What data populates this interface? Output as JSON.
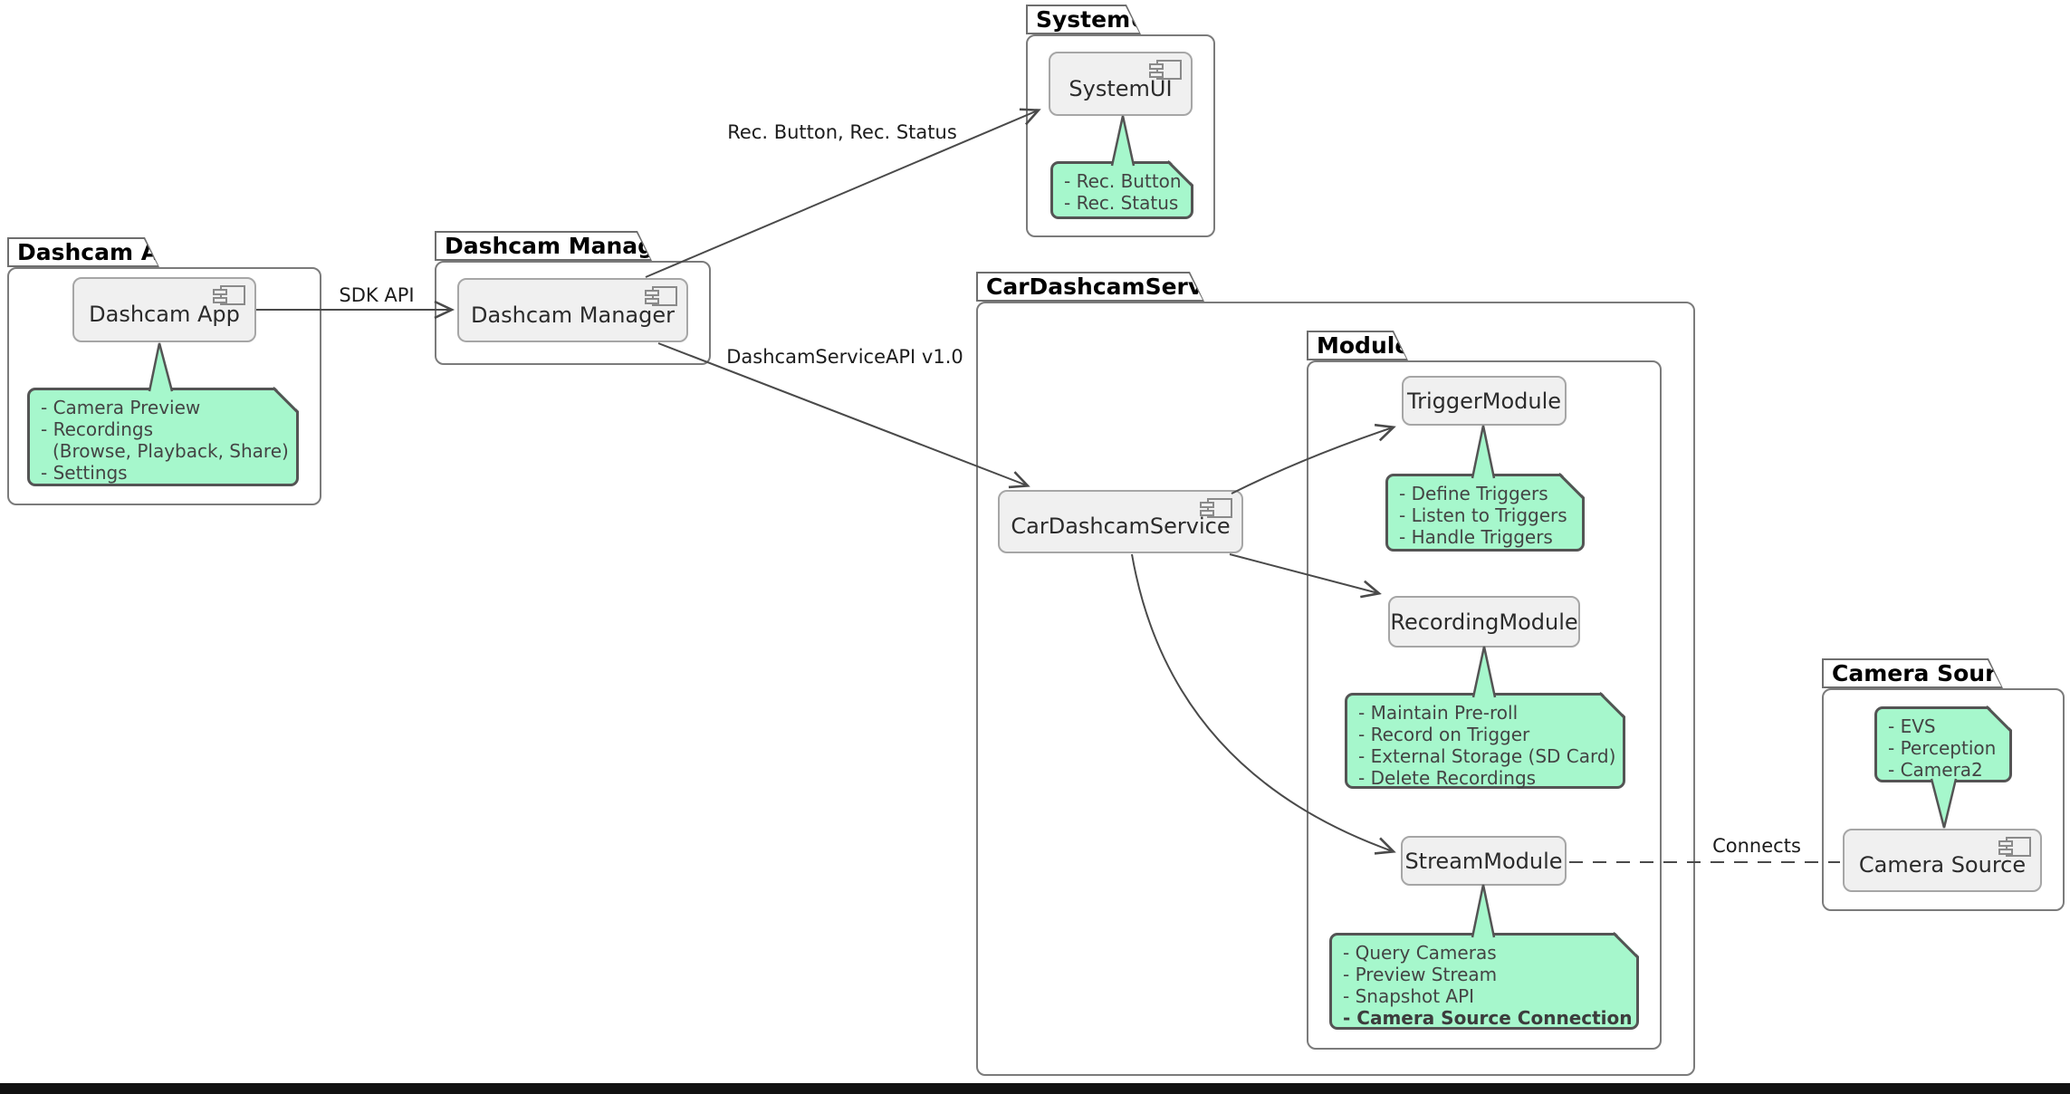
{
  "diagram": {
    "packages": {
      "dashcam_app": {
        "title": "Dashcam App"
      },
      "dashcam_manager": {
        "title": "Dashcam Manager"
      },
      "systemui": {
        "title": "SystemUI"
      },
      "car_dashcam_service": {
        "title": "CarDashcamService"
      },
      "modules": {
        "title": "Modules"
      },
      "camera_source": {
        "title": "Camera Source"
      }
    },
    "components": {
      "dashcam_app": {
        "label": "Dashcam App"
      },
      "dashcam_manager": {
        "label": "Dashcam Manager"
      },
      "systemui": {
        "label": "SystemUI"
      },
      "car_dashcam_service": {
        "label": "CarDashcamService"
      },
      "trigger_module": {
        "label": "TriggerModule"
      },
      "recording_module": {
        "label": "RecordingModule"
      },
      "stream_module": {
        "label": "StreamModule"
      },
      "camera_source": {
        "label": "Camera Source"
      }
    },
    "notes": {
      "dashcam_app": {
        "lines": [
          "- Camera Preview",
          "- Recordings",
          "(Browse, Playback, Share)",
          "- Settings"
        ]
      },
      "systemui": {
        "lines": [
          "- Rec. Button",
          "- Rec. Status"
        ]
      },
      "trigger": {
        "lines": [
          "- Define Triggers",
          "- Listen to Triggers",
          "- Handle Triggers"
        ]
      },
      "recording": {
        "lines": [
          "- Maintain Pre-roll",
          "- Record on Trigger",
          "- External Storage (SD Card)",
          "- Delete Recordings"
        ]
      },
      "stream": {
        "lines": [
          "- Query Cameras",
          "- Preview Stream",
          "- Snapshot API",
          "- Camera Source Connection"
        ]
      },
      "camera_source": {
        "lines": [
          "- EVS",
          "- Perception",
          "- Camera2"
        ]
      }
    },
    "edge_labels": {
      "sdk_api": "SDK API",
      "rec": "Rec. Button, Rec. Status",
      "service_api": "DashcamServiceAPI v1.0",
      "connects": "Connects"
    },
    "colors": {
      "note_fill": "#a6f7cc",
      "note_border": "#545454",
      "component_fill": "#f0f0f0",
      "component_border": "#a6a6a6",
      "package_border": "#7b7b7b",
      "line": "#4a4a4a"
    }
  }
}
